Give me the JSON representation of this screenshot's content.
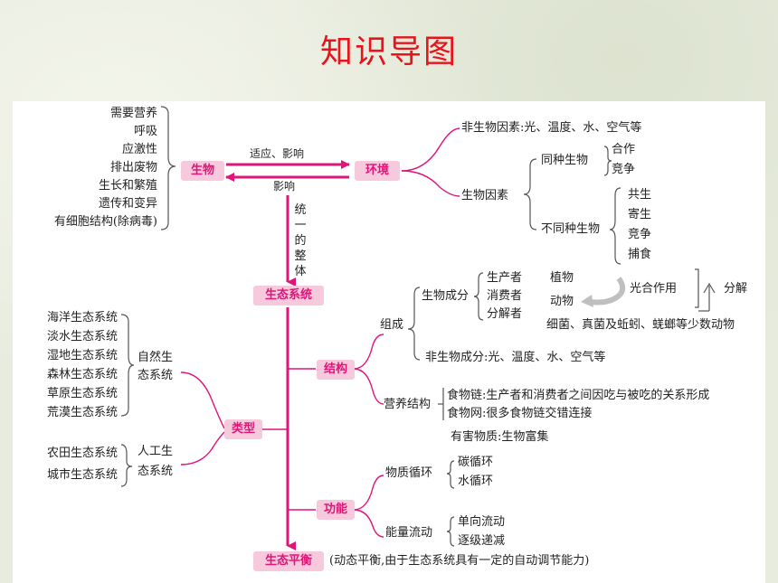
{
  "title": "知识导图",
  "organism": {
    "label": "生物",
    "features": [
      "需要营养",
      "呼吸",
      "应激性",
      "排出废物",
      "生长和繁殖",
      "遗传和变异",
      "有细胞结构(除病毒)"
    ],
    "adapt_label": "适应、影响",
    "influence_label": "影响"
  },
  "environment": {
    "label": "环境",
    "abiotic": "非生物因素:光、温度、水、空气等",
    "biotic": "生物因素",
    "same_species": "同种生物",
    "same_items": [
      "合作",
      "竞争"
    ],
    "diff_species": "不同种生物",
    "diff_items": [
      "共生",
      "寄生",
      "竞争",
      "捕食"
    ]
  },
  "whole_label": "统一的整体",
  "ecosystem": {
    "label": "生态系统"
  },
  "structure": {
    "label": "结构",
    "composition": "组成",
    "biotic_comp": "生物成分",
    "roles": [
      "生产者",
      "消费者",
      "分解者"
    ],
    "plants": "植物",
    "animals": "动物",
    "photosynthesis": "光合作用",
    "decompose": "分解",
    "decomposers": "细菌、真菌及蚯蚓、蜣螂等少数动物",
    "abiotic_comp": "非生物成分:光、温度、水、空气等",
    "trophic": "营养结构",
    "food_chain": "食物链:生产者和消费者之间因吃与被吃的关系形成",
    "food_web": "食物网:很多食物链交错连接",
    "harmful": "有害物质:生物富集"
  },
  "types": {
    "label": "类型",
    "natural": [
      "海洋生态系统",
      "淡水生态系统",
      "湿地生态系统",
      "森林生态系统",
      "草原生态系统",
      "荒漠生态系统"
    ],
    "natural_label": [
      "自然生",
      "态系统"
    ],
    "artificial": [
      "农田生态系统",
      "城市生态系统"
    ],
    "artificial_label": [
      "人工生",
      "态系统"
    ]
  },
  "functions": {
    "label": "功能",
    "material": "物质循环",
    "material_items": [
      "碳循环",
      "水循环"
    ],
    "energy": "能量流动",
    "energy_items": [
      "单向流动",
      "逐级递减"
    ]
  },
  "balance": {
    "label": "生态平衡",
    "note": "(动态平衡,由于生态系统具有一定的自动调节能力)"
  },
  "colors": {
    "accent": "#e0157a",
    "node_bg": "#f7c9dc",
    "title": "#e8141c"
  }
}
